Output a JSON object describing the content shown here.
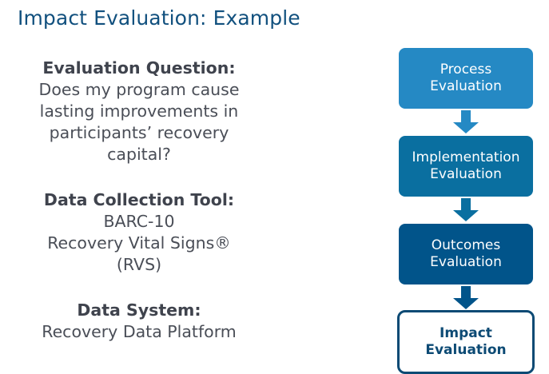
{
  "slide": {
    "title": "Impact Evaluation: Example",
    "title_color": "#11507e",
    "background": "#ffffff"
  },
  "left_column": {
    "text_color": "#3f434d",
    "blocks": [
      {
        "heading": "Evaluation Question:",
        "lines": [
          "Does my program cause",
          "lasting improvements in",
          "participants’ recovery",
          "capital?"
        ]
      },
      {
        "heading": "Data Collection Tool:",
        "lines": [
          "BARC-10",
          "Recovery Vital Signs®",
          "(RVS)"
        ]
      },
      {
        "heading": "Data System:",
        "lines": [
          "Recovery Data Platform"
        ]
      }
    ]
  },
  "flowchart": {
    "orientation": "vertical",
    "nodes": [
      {
        "line1": "Process",
        "line2": "Evaluation",
        "fill": "#2589c4",
        "text_color": "#ffffff",
        "border_color": "#ffffff",
        "style": "filled"
      },
      {
        "line1": "Implementation",
        "line2": "Evaluation",
        "fill": "#0a6fa0",
        "text_color": "#ffffff",
        "border_color": "#ffffff",
        "style": "filled"
      },
      {
        "line1": "Outcomes",
        "line2": "Evaluation",
        "fill": "#01548a",
        "text_color": "#ffffff",
        "border_color": "#ffffff",
        "style": "filled"
      },
      {
        "line1": "Impact",
        "line2": "Evaluation",
        "fill": "#ffffff",
        "text_color": "#0c4a74",
        "border_color": "#0c4a74",
        "style": "outlined"
      }
    ],
    "arrows": [
      {
        "color": "#2589c4",
        "direction": "down"
      },
      {
        "color": "#0a6fa0",
        "direction": "down"
      },
      {
        "color": "#01548a",
        "direction": "down"
      }
    ]
  }
}
